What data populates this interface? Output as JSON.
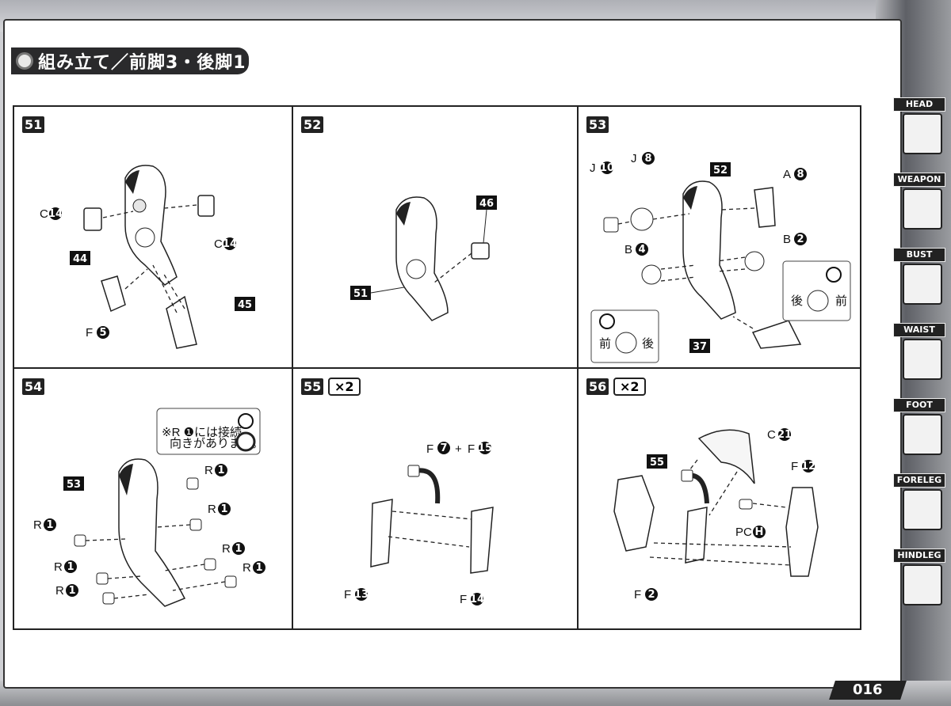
{
  "title": "組み立て／前脚3・後脚1",
  "page_number": "016",
  "sidebar": [
    {
      "label": "HEAD"
    },
    {
      "label": "WEAPON"
    },
    {
      "label": "BUST"
    },
    {
      "label": "WAIST"
    },
    {
      "label": "FOOT"
    },
    {
      "label": "FORELEG"
    },
    {
      "label": "HINDLEG"
    }
  ],
  "steps": {
    "s51": {
      "num": "51",
      "labels": {
        "c14a": "C",
        "c14b": "C",
        "p44": "44",
        "p45": "45",
        "f5": "F"
      },
      "circ": {
        "c14": "14",
        "f5": "5"
      }
    },
    "s52": {
      "num": "52",
      "labels": {
        "p46": "46",
        "p51": "51"
      }
    },
    "s53": {
      "num": "53",
      "labels": {
        "j10": "J",
        "j8": "J",
        "p52": "52",
        "a8": "A",
        "b4": "B",
        "b2": "B",
        "p37": "37",
        "back": "後",
        "front": "前"
      },
      "circ": {
        "j10": "10",
        "j8": "8",
        "a8": "8",
        "b4": "4",
        "b2": "2"
      }
    },
    "s54": {
      "num": "54",
      "note_line1": "※R ❶には接続",
      "note_line2": "向きがあります。",
      "labels": {
        "p53": "53",
        "r": "R"
      },
      "circ": {
        "r1": "1"
      }
    },
    "s55": {
      "num": "55",
      "times": "×2",
      "labels": {
        "f7": "F",
        "plus": "+",
        "f15": "F",
        "f13": "F",
        "f14": "F"
      },
      "circ": {
        "f7": "7",
        "f15": "15",
        "f13": "13",
        "f14": "14"
      }
    },
    "s56": {
      "num": "56",
      "times": "×2",
      "labels": {
        "c21": "C",
        "p55": "55",
        "f12": "F",
        "pc": "PC",
        "f2": "F"
      },
      "circ": {
        "c21": "21",
        "f12": "12",
        "h": "H",
        "f2": "2"
      }
    }
  }
}
